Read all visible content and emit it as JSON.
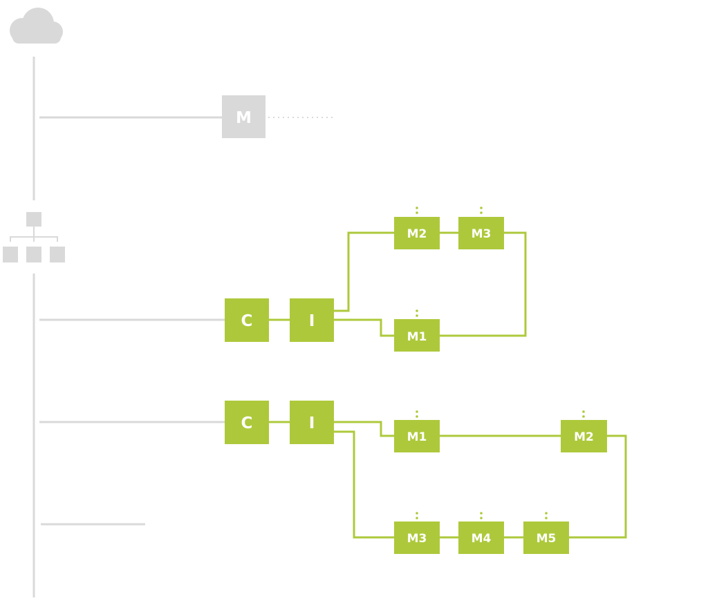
{
  "diagram": {
    "colors": {
      "gray": "#d9d9d9",
      "green": "#adc93b",
      "label": "#ffffff"
    },
    "icons": {
      "top": "cloud-icon",
      "middle": "hierarchy-icon"
    },
    "legacy_node": {
      "label": "M"
    },
    "cluster_1": {
      "controller_label": "C",
      "interface_label": "I",
      "modules": [
        {
          "label": "M2"
        },
        {
          "label": "M3"
        },
        {
          "label": "M1"
        }
      ]
    },
    "cluster_2": {
      "controller_label": "C",
      "interface_label": "I",
      "modules": [
        {
          "label": "M1"
        },
        {
          "label": "M2"
        },
        {
          "label": "M3"
        },
        {
          "label": "M4"
        },
        {
          "label": "M5"
        }
      ]
    }
  }
}
